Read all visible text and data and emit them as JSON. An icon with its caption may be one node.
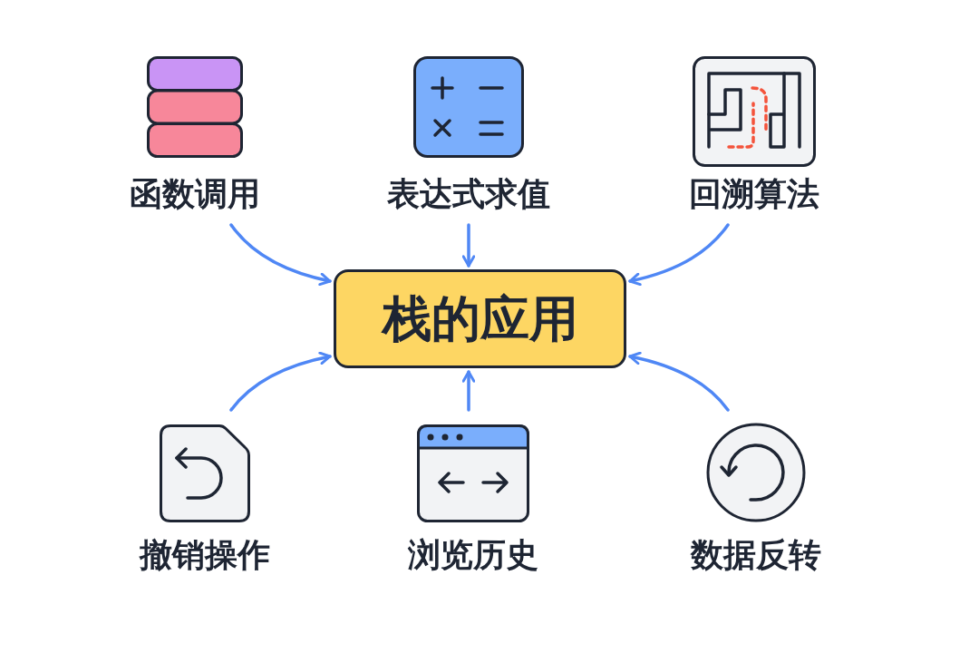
{
  "diagram": {
    "nodes": [
      {
        "text": [
          "函数调用"
        ]
      },
      {
        "text": [
          "表达式求值"
        ]
      },
      {
        "text": [
          "回溯算法"
        ]
      },
      {
        "text": [
          "栈的应用"
        ]
      },
      {
        "text": [
          "撤销操作"
        ]
      },
      {
        "text": [
          "浏览历史"
        ]
      },
      {
        "text": [
          "数据反转"
        ]
      }
    ],
    "edges": [
      {
        "from": 0,
        "to": 3,
        "arrow": "to"
      },
      {
        "from": 1,
        "to": 3,
        "arrow": "to"
      },
      {
        "from": 2,
        "to": 3,
        "arrow": "to"
      },
      {
        "from": 4,
        "to": 3,
        "arrow": "to"
      },
      {
        "from": 5,
        "to": 3,
        "arrow": "to"
      },
      {
        "from": 6,
        "to": 3,
        "arrow": "to"
      }
    ]
  }
}
